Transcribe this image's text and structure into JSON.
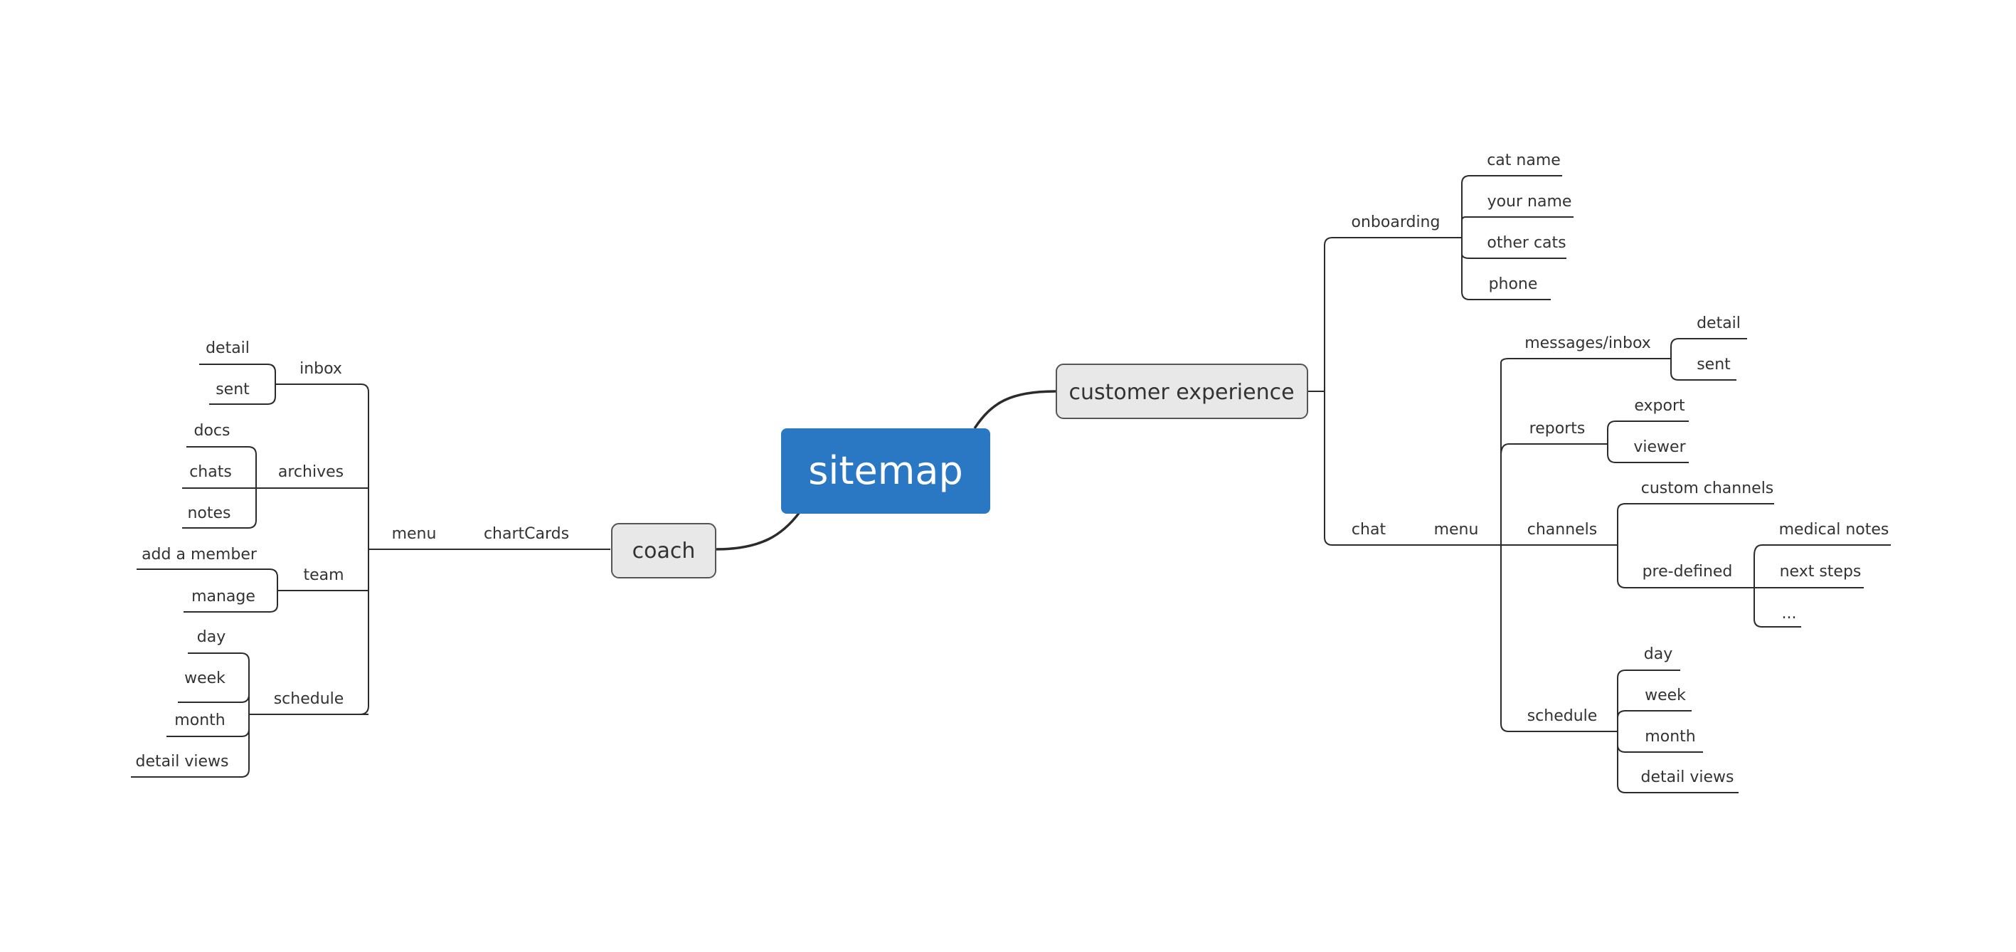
{
  "diagram": {
    "root": "sitemap",
    "branches": {
      "coach": {
        "label": "coach",
        "chartcards": "chartCards",
        "menu": "menu",
        "inbox": {
          "label": "inbox",
          "children": [
            "detail",
            "sent"
          ]
        },
        "archives": {
          "label": "archives",
          "children": [
            "docs",
            "chats",
            "notes"
          ]
        },
        "team": {
          "label": "team",
          "children": [
            "add a member",
            "manage"
          ]
        },
        "schedule": {
          "label": "schedule",
          "children": [
            "day",
            "week",
            "month",
            "detail views"
          ]
        }
      },
      "cx": {
        "label": "customer experience",
        "onboarding": {
          "label": "onboarding",
          "children": [
            "cat name",
            "your name",
            "other cats",
            "phone"
          ]
        },
        "chat": "chat",
        "menu": "menu",
        "messages": {
          "label": "messages/inbox",
          "children": [
            "detail",
            "sent"
          ]
        },
        "reports": {
          "label": "reports",
          "children": [
            "export",
            "viewer"
          ]
        },
        "channels": {
          "label": "channels",
          "custom": "custom channels",
          "predefined": {
            "label": "pre-defined",
            "children": [
              "medical notes",
              "next steps",
              "..."
            ]
          }
        },
        "schedule": {
          "label": "schedule",
          "children": [
            "day",
            "week",
            "month",
            "detail views"
          ]
        }
      }
    }
  },
  "colors": {
    "root_fill": "#2a78c4",
    "branch_fill": "#e8e8e8",
    "line": "#2b2b2b",
    "text": "#333333"
  }
}
